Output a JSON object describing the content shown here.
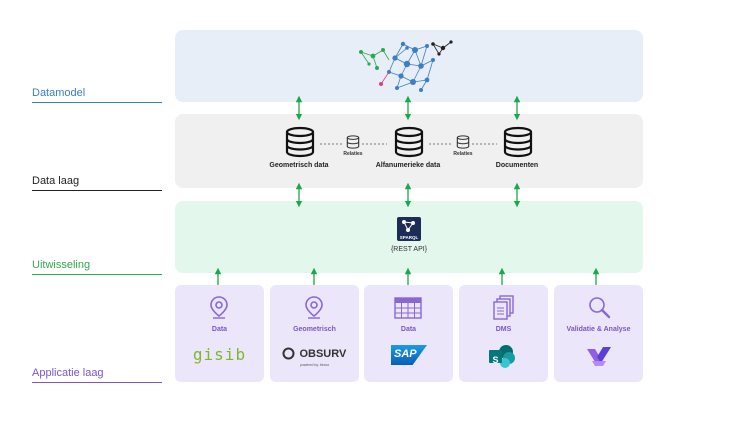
{
  "layers": {
    "datamodel": "Datamodel",
    "data_laag": "Data laag",
    "uitwisseling": "Uitwisseling",
    "applicatie_laag": "Applicatie laag"
  },
  "data_laag": {
    "geometrisch": "Geometrisch data",
    "alfanumeriek": "Alfanumerieke data",
    "documenten": "Documenten",
    "relaties_1": "Relaties",
    "relaties_2": "Relaties"
  },
  "uitwisseling": {
    "sparql": "SPARQL",
    "api": "{REST API}"
  },
  "apps": [
    {
      "title": "Data",
      "icon": "map-pin-icon",
      "logo": "gisib"
    },
    {
      "title": "Geometrisch",
      "icon": "map-pin-icon",
      "logo": "OBSURV",
      "sub": "powered by: tiecco"
    },
    {
      "title": "Data",
      "icon": "table-icon",
      "logo": "SAP"
    },
    {
      "title": "DMS",
      "icon": "documents-icon",
      "logo": "S"
    },
    {
      "title": "Validatie & Analyse",
      "icon": "magnifier-icon",
      "logo": ""
    }
  ],
  "colors": {
    "datamodel": "#3b7fc4",
    "data_laag": "#222222",
    "uitwisseling": "#33a852",
    "applicatie": "#7a55cc",
    "arrow": "#1aa84c"
  }
}
